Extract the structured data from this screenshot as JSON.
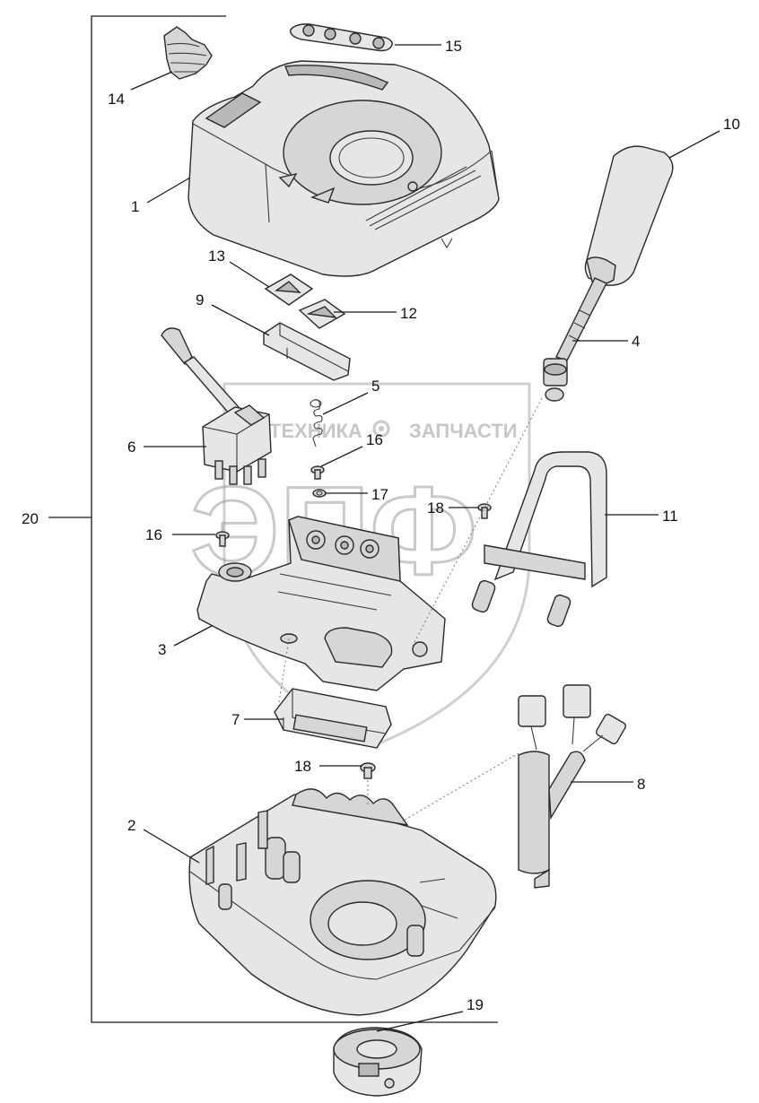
{
  "watermark": {
    "left_text": "ТЕХНИКА",
    "right_text": "ЗАПЧАСТИ",
    "logo_letters": "ЭПФ"
  },
  "callouts": [
    {
      "id": "c1",
      "label": "1"
    },
    {
      "id": "c2",
      "label": "2"
    },
    {
      "id": "c3",
      "label": "3"
    },
    {
      "id": "c4",
      "label": "4"
    },
    {
      "id": "c5",
      "label": "5"
    },
    {
      "id": "c6",
      "label": "6"
    },
    {
      "id": "c7",
      "label": "7"
    },
    {
      "id": "c8",
      "label": "8"
    },
    {
      "id": "c9",
      "label": "9"
    },
    {
      "id": "c10",
      "label": "10"
    },
    {
      "id": "c11",
      "label": "11"
    },
    {
      "id": "c12",
      "label": "12"
    },
    {
      "id": "c13",
      "label": "13"
    },
    {
      "id": "c14",
      "label": "14"
    },
    {
      "id": "c15",
      "label": "15"
    },
    {
      "id": "c16a",
      "label": "16"
    },
    {
      "id": "c16b",
      "label": "16"
    },
    {
      "id": "c17",
      "label": "17"
    },
    {
      "id": "c18a",
      "label": "18"
    },
    {
      "id": "c18b",
      "label": "18"
    },
    {
      "id": "c19",
      "label": "19"
    },
    {
      "id": "c20",
      "label": "20"
    }
  ]
}
